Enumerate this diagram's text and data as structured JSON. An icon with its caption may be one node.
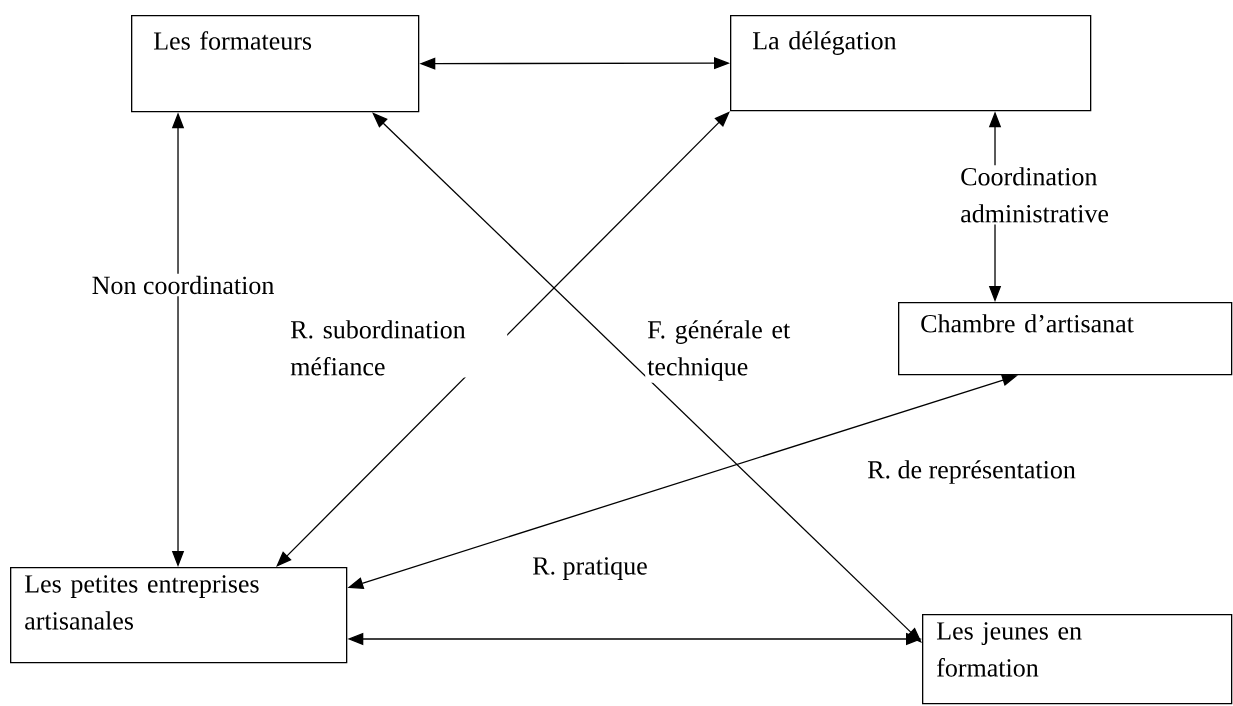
{
  "diagram": {
    "nodes": [
      {
        "text": [
          "Les formateurs"
        ]
      },
      {
        "text": [
          "La délégation"
        ]
      },
      {
        "text": [
          "Chambre d’artisanat"
        ]
      },
      {
        "text": [
          "Les petites entreprises artisanales"
        ]
      },
      {
        "text": [
          "Les jeunes en formation"
        ]
      }
    ],
    "edges": [
      {
        "from": 0,
        "to": 1,
        "arrow": "both"
      },
      {
        "from": 3,
        "to": 0,
        "arrow": "both",
        "label": "Non coordination"
      },
      {
        "from": 3,
        "to": 1,
        "arrow": "both",
        "label": "R. subordination méfiance"
      },
      {
        "from": 0,
        "to": 4,
        "arrow": "both",
        "label": "F. générale et technique"
      },
      {
        "from": 1,
        "to": 2,
        "arrow": "both",
        "label": "Coordination administrative"
      },
      {
        "from": 2,
        "to": 3,
        "arrow": "both",
        "label": "R. de représentation"
      },
      {
        "from": 3,
        "to": 4,
        "arrow": "both",
        "label": "R. pratique"
      }
    ]
  }
}
